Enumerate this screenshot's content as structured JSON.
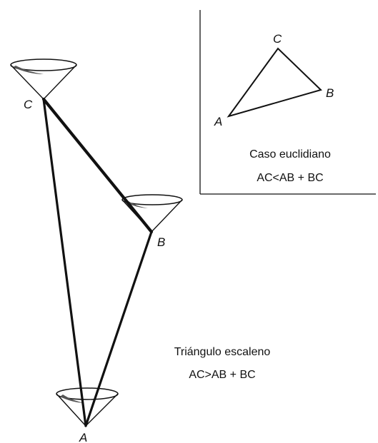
{
  "main_figure": {
    "vertex_a_label": "A",
    "vertex_b_label": "B",
    "vertex_c_label": "C",
    "caption_title": "Triángulo escaleno",
    "caption_relation": "AC>AB + BC"
  },
  "inset": {
    "vertex_a_label": "A",
    "vertex_b_label": "B",
    "vertex_c_label": "C",
    "caption_title": "Caso euclidiano",
    "caption_relation": "AC<AB + BC"
  },
  "colors": {
    "ink": "#111111",
    "background": "#ffffff"
  }
}
